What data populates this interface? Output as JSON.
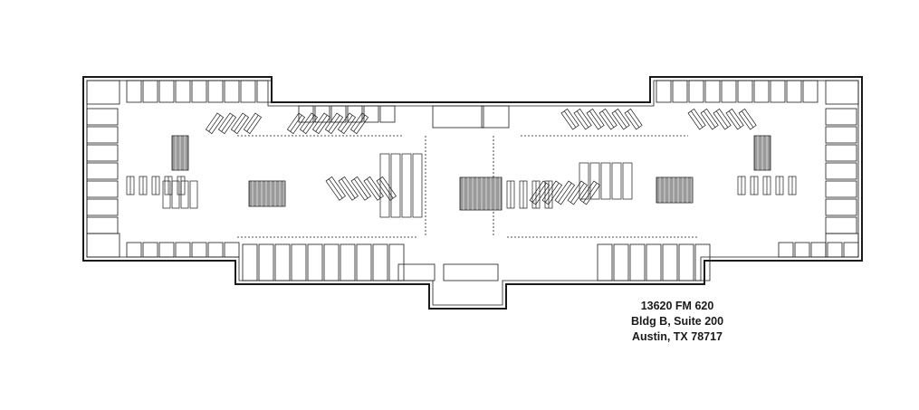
{
  "address": {
    "line1": "13620 FM 620",
    "line2": "Bldg B, Suite 200",
    "line3": "Austin, TX 78717"
  },
  "colors": {
    "line": "#1a1a1a",
    "core": "#9a9a9a",
    "background": "#ffffff"
  }
}
